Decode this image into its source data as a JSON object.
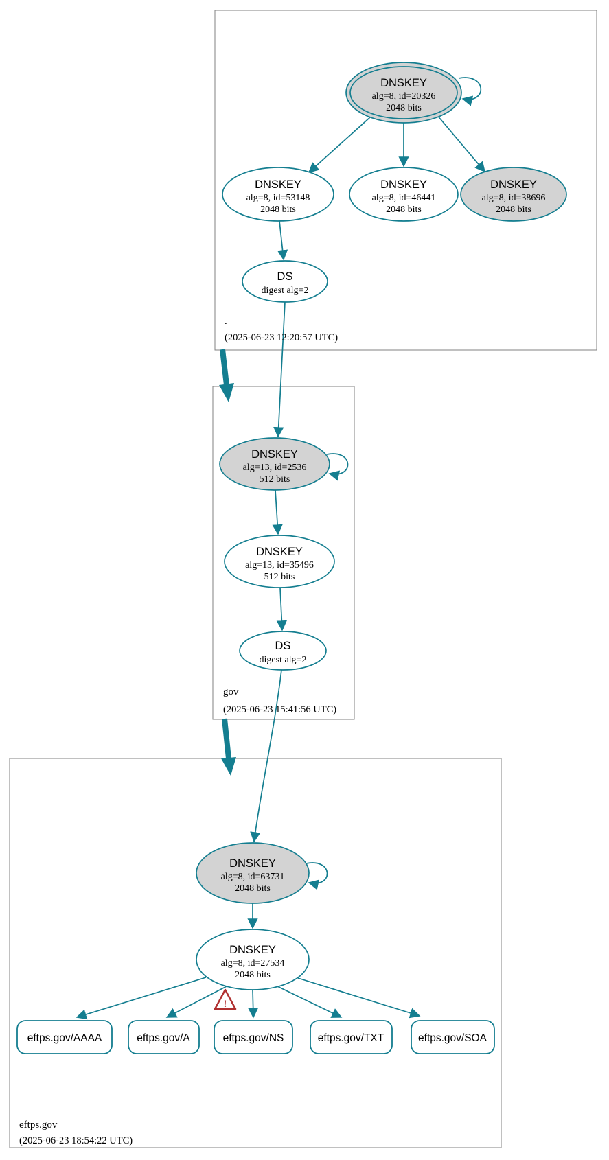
{
  "colors": {
    "edge_teal": "#147e90",
    "ksk_fill": "#d3d3d3",
    "node_fill": "#ffffff",
    "zone_border": "#808080",
    "warning_red": "#b03030",
    "text": "#000000"
  },
  "zones": {
    "root": {
      "label": ".",
      "timestamp": "(2025-06-23 12:20:57 UTC)"
    },
    "gov": {
      "label": "gov",
      "timestamp": "(2025-06-23 15:41:56 UTC)"
    },
    "eftps": {
      "label": "eftps.gov",
      "timestamp": "(2025-06-23 18:54:22 UTC)"
    }
  },
  "nodes": {
    "root_ksk_20326": {
      "title": "DNSKEY",
      "attrs": "alg=8, id=20326",
      "bits": "2048 bits"
    },
    "root_zsk_53148": {
      "title": "DNSKEY",
      "attrs": "alg=8, id=53148",
      "bits": "2048 bits"
    },
    "root_zsk_46441": {
      "title": "DNSKEY",
      "attrs": "alg=8, id=46441",
      "bits": "2048 bits"
    },
    "root_ksk_38696": {
      "title": "DNSKEY",
      "attrs": "alg=8, id=38696",
      "bits": "2048 bits"
    },
    "root_ds": {
      "title": "DS",
      "attrs": "digest alg=2"
    },
    "gov_ksk_2536": {
      "title": "DNSKEY",
      "attrs": "alg=13, id=2536",
      "bits": "512 bits"
    },
    "gov_zsk_35496": {
      "title": "DNSKEY",
      "attrs": "alg=13, id=35496",
      "bits": "512 bits"
    },
    "gov_ds": {
      "title": "DS",
      "attrs": "digest alg=2"
    },
    "eftps_ksk_63731": {
      "title": "DNSKEY",
      "attrs": "alg=8, id=63731",
      "bits": "2048 bits"
    },
    "eftps_zsk_27534": {
      "title": "DNSKEY",
      "attrs": "alg=8, id=27534",
      "bits": "2048 bits"
    }
  },
  "rrsets": {
    "aaaa": {
      "label": "eftps.gov/AAAA"
    },
    "a": {
      "label": "eftps.gov/A"
    },
    "ns": {
      "label": "eftps.gov/NS"
    },
    "txt": {
      "label": "eftps.gov/TXT"
    },
    "soa": {
      "label": "eftps.gov/SOA"
    }
  },
  "warning": {
    "glyph": "!"
  }
}
